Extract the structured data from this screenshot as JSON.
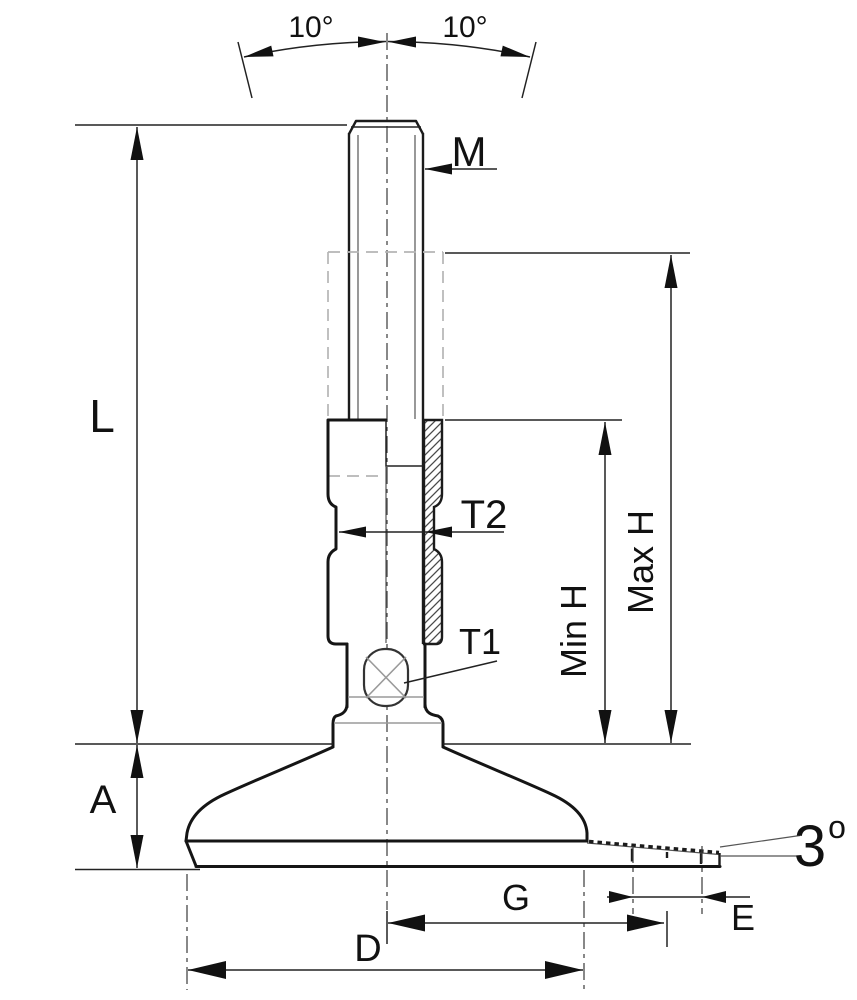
{
  "drawing": {
    "title": "Adjustable levelling machine foot - dimension drawing",
    "colors": {
      "line": "#151515",
      "thin_line": "#555555",
      "phantom": "#b5b5b5",
      "background": "#ffffff"
    },
    "labels": {
      "swivel_angle_left": "10°",
      "swivel_angle_right": "10°",
      "thread_size": "M",
      "overall_length": "L",
      "spanner_width": "T2",
      "ball_joint": "T1",
      "min_height": "Min H",
      "max_height": "Max H",
      "base_height": "A",
      "hole_offset": "G",
      "base_diameter": "D",
      "hole_width": "E",
      "base_tilt_value": "3",
      "base_tilt_unit": "o"
    }
  }
}
